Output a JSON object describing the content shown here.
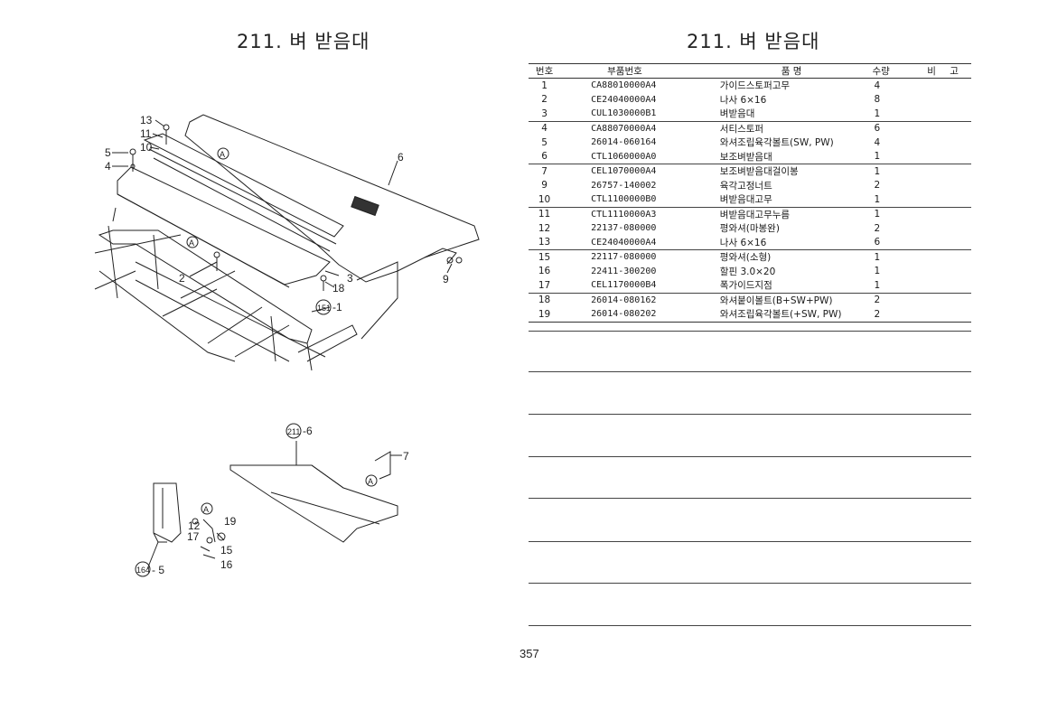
{
  "page": {
    "title_left": "211. 벼 받음대",
    "title_right": "211. 벼 받음대",
    "page_number": "357"
  },
  "table": {
    "headers": {
      "no": "번호",
      "part_no": "부품번호",
      "name": "품      명",
      "qty": "수량",
      "note": "비 고"
    },
    "rows": [
      {
        "no": "1",
        "part_no": "CA88010000A4",
        "name": "가이드스토퍼고무",
        "qty": "4"
      },
      {
        "no": "2",
        "part_no": "CE24040000A4",
        "name": "나사 6×16",
        "qty": "8"
      },
      {
        "no": "3",
        "part_no": "CUL1030000B1",
        "name": "벼받음대",
        "qty": "1"
      },
      {
        "no": "4",
        "part_no": "CA88070000A4",
        "name": "서티스토퍼",
        "qty": "6"
      },
      {
        "no": "5",
        "part_no": "26014-060164",
        "name": "와셔조립육각볼트(SW, PW)",
        "qty": "4"
      },
      {
        "no": "6",
        "part_no": "CTL1060000A0",
        "name": "보조벼받음대",
        "qty": "1"
      },
      {
        "no": "7",
        "part_no": "CEL1070000A4",
        "name": "보조벼받음대걸이봉",
        "qty": "1"
      },
      {
        "no": "9",
        "part_no": "26757-140002",
        "name": "육각고정너트",
        "qty": "2"
      },
      {
        "no": "10",
        "part_no": "CTL1100000B0",
        "name": "벼받음대고무",
        "qty": "1"
      },
      {
        "no": "11",
        "part_no": "CTL1110000A3",
        "name": "벼받음대고무누름",
        "qty": "1"
      },
      {
        "no": "12",
        "part_no": "22137-080000",
        "name": "평와셔(마봉완)",
        "qty": "2"
      },
      {
        "no": "13",
        "part_no": "CE24040000A4",
        "name": "나사 6×16",
        "qty": "6"
      },
      {
        "no": "15",
        "part_no": "22117-080000",
        "name": "평와셔(소형)",
        "qty": "1"
      },
      {
        "no": "16",
        "part_no": "22411-300200",
        "name": "할핀 3.0×20",
        "qty": "1"
      },
      {
        "no": "17",
        "part_no": "CEL1170000B4",
        "name": "폭가이드지점",
        "qty": "1"
      },
      {
        "no": "18",
        "part_no": "26014-080162",
        "name": "와셔붙이볼트(B+SW+PW)",
        "qty": "2"
      },
      {
        "no": "19",
        "part_no": "26014-080202",
        "name": "와셔조립육각볼트(+SW, PW)",
        "qty": "2"
      }
    ]
  },
  "diagram": {
    "callouts": {
      "c13": "13",
      "c11": "11",
      "c10": "10",
      "c5": "5",
      "c4": "4",
      "c6": "6",
      "c2": "2",
      "c3": "3",
      "c18": "18",
      "c9": "9",
      "c151": "151",
      "c151_suffix": "-1",
      "c211": "211",
      "c211_suffix": "-6",
      "c7": "7",
      "c12": "12",
      "c19": "19",
      "c17": "17",
      "c15": "15",
      "c16": "16",
      "c164": "164",
      "c164_suffix": "- 5",
      "ref_a": "A"
    }
  },
  "colors": {
    "ink": "#222222",
    "paper": "#ffffff"
  }
}
